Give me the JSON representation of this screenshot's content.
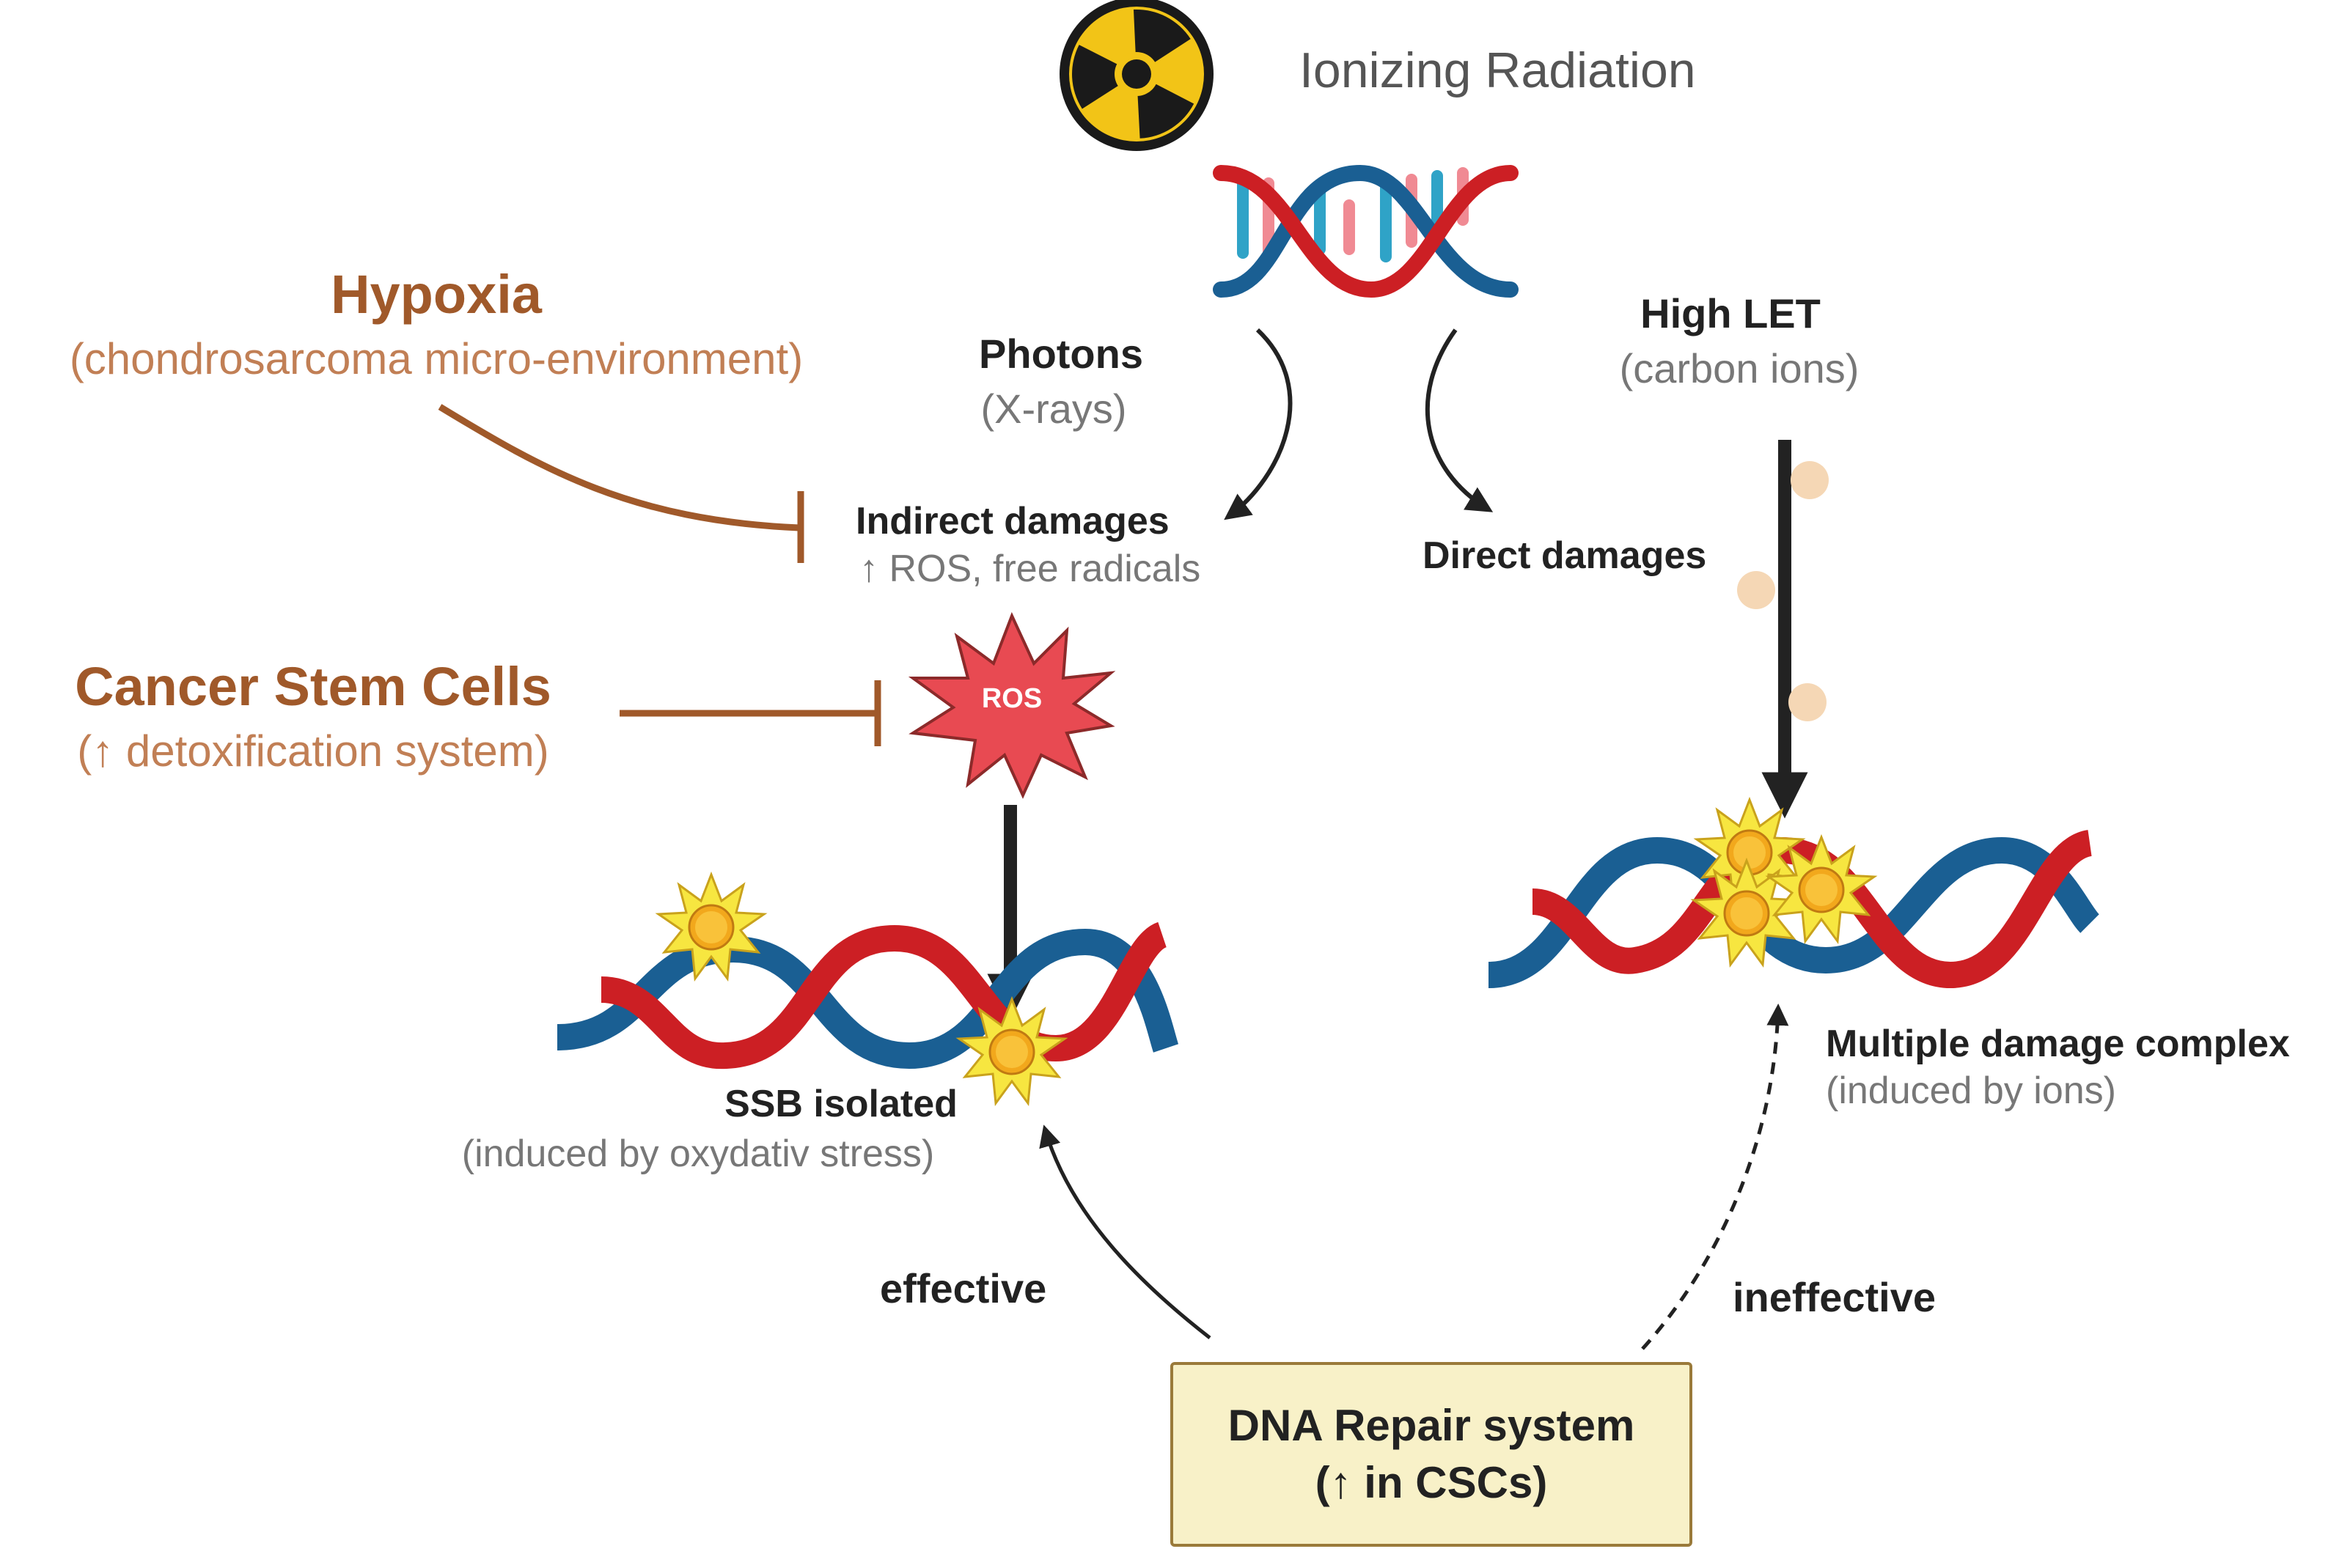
{
  "radiation": {
    "label": "Ionizing Radiation",
    "icon": "radiation-hazard-icon"
  },
  "photons": {
    "title": "Photons",
    "subtitle": "(X-rays)"
  },
  "high_let": {
    "title": "High LET",
    "subtitle": "(carbon ions)"
  },
  "indirect": {
    "title": "Indirect damages",
    "subtitle": "↑ ROS,  free radicals"
  },
  "direct": {
    "title": "Direct damages"
  },
  "hypoxia": {
    "title": "Hypoxia",
    "subtitle": "(chondrosarcoma micro-environment)"
  },
  "csc": {
    "title": "Cancer Stem Cells",
    "subtitle": "(↑ detoxification system)"
  },
  "ros_burst": {
    "label": "ROS"
  },
  "ssb": {
    "title": "SSB isolated",
    "subtitle": "(induced by oxydativ stress)"
  },
  "multiple": {
    "title": "Multiple damage complex",
    "subtitle": "(induced by ions)"
  },
  "repair": {
    "line1": "DNA Repair system",
    "line2": "(↑ in CSCs)"
  },
  "effective_label": "effective",
  "ineffective_label": "ineffective",
  "colors": {
    "dna_red": "#cc1f24",
    "dna_blue": "#1a5f93",
    "dna_pink": "#f08a93",
    "dna_cyan": "#2fa3c7",
    "inhibitor_brown": "#a0592a",
    "ros_red": "#e84a52",
    "spark_yellow": "#f7e640",
    "ion_particle": "#f5d7b5",
    "repair_box_fill": "#f8f1c8",
    "repair_box_border": "#9a7a3a",
    "radiation_yellow": "#f2c417"
  }
}
